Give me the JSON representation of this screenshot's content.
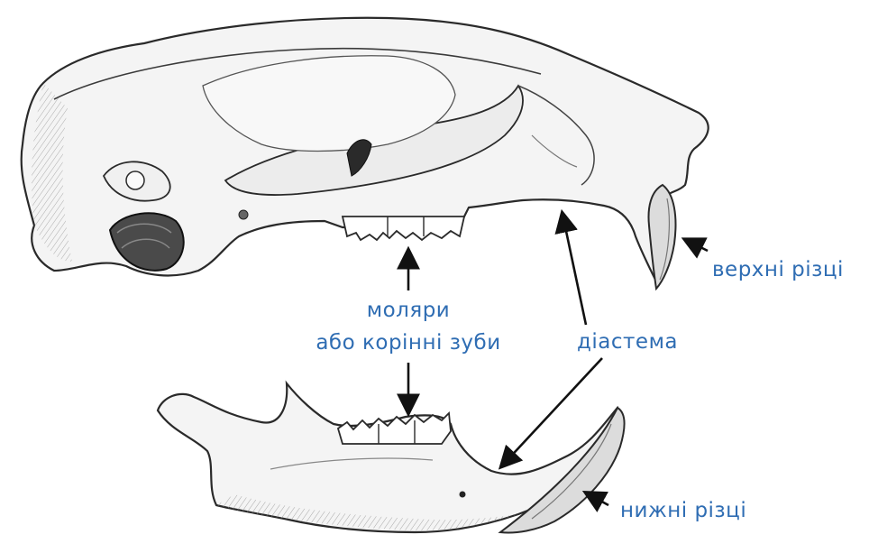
{
  "labels": {
    "upper_incisors": "верхні різці",
    "molars_line1": "моляри",
    "molars_line2": "або корінні зуби",
    "diastema": "діастема",
    "lower_incisors": "нижні різці"
  },
  "colors": {
    "label": "#2f6db3",
    "arrow": "#111111",
    "bone_fill": "#f4f4f4",
    "bone_shade": "#cfcfcf",
    "outline": "#2a2a2a"
  }
}
